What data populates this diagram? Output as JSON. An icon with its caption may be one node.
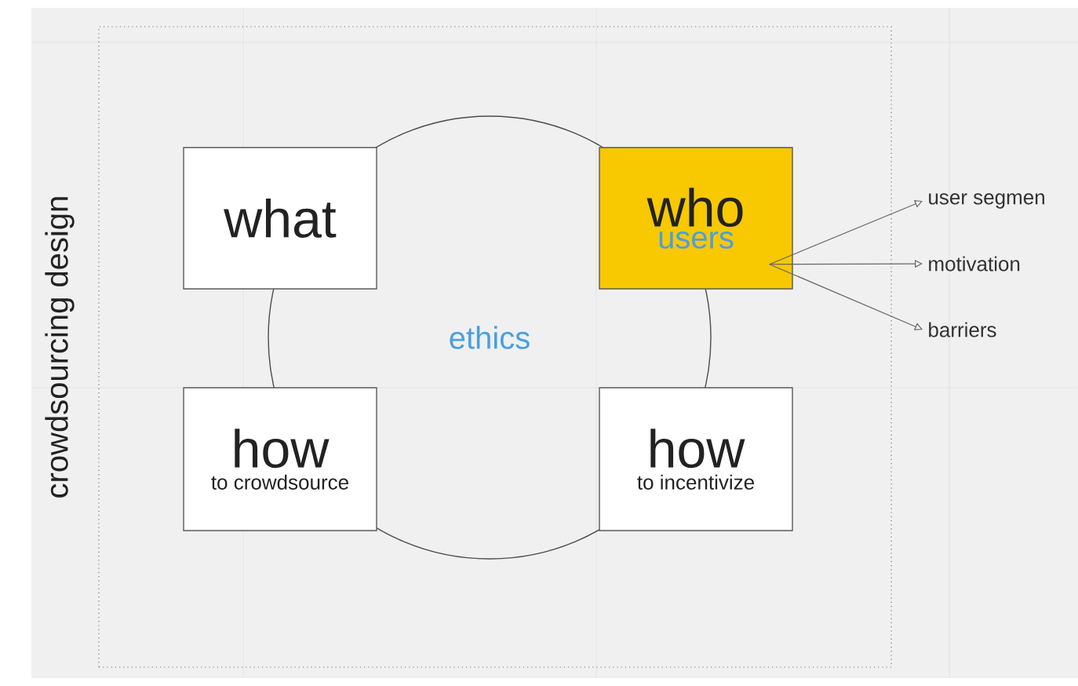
{
  "diagram": {
    "nodes": [
      {
        "text": [
          "crowdsourcing design"
        ]
      },
      {
        "text": [
          "ethics"
        ],
        "in": 0
      },
      {
        "text": [
          "what"
        ],
        "in": 0
      },
      {
        "text": [
          "who",
          "users"
        ],
        "in": 0
      },
      {
        "text": [
          "how",
          "to crowdsource"
        ],
        "in": 0
      },
      {
        "text": [
          "how",
          "to incentivize"
        ],
        "in": 0
      },
      {
        "text": [
          "user segmen"
        ]
      },
      {
        "text": [
          "motivation"
        ]
      },
      {
        "text": [
          "barriers"
        ]
      }
    ],
    "edges": [
      {
        "from": 3,
        "to": 6,
        "arrow": "to"
      },
      {
        "from": 3,
        "to": 7,
        "arrow": "to"
      },
      {
        "from": 3,
        "to": 8,
        "arrow": "to"
      }
    ]
  }
}
